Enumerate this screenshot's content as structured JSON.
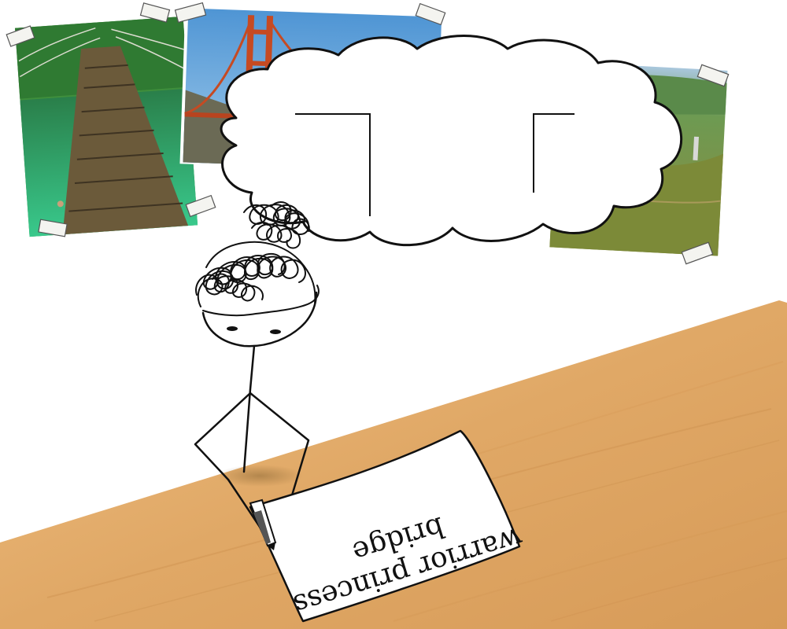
{
  "note": {
    "line1": "warrior princess",
    "line2": "bridge"
  },
  "photos": [
    {
      "subject": "bamboo-suspension-bridge-photo"
    },
    {
      "subject": "red-suspension-bridge-photo"
    },
    {
      "subject": "green-valley-photo"
    }
  ],
  "colors": {
    "desk": "#dfa562",
    "desk_light": "#efbd7d",
    "jungle_green": "#3a8a3a",
    "water": "#2ec48a",
    "bridge_red": "#c64a22",
    "sky": "#5fa3da",
    "ink": "#111111"
  }
}
